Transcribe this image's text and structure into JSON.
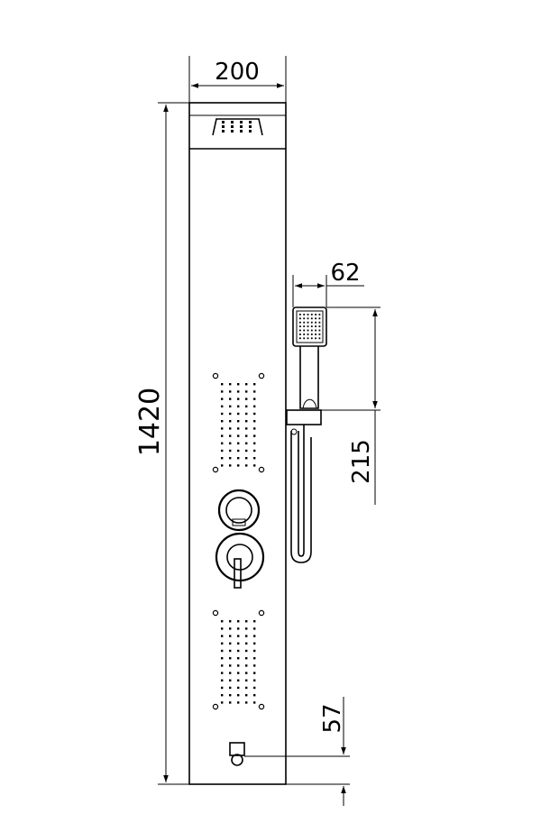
{
  "dimensions": {
    "panel_width": "200",
    "panel_height": "1420",
    "handshower_width": "62",
    "handshower_height": "215",
    "spout_height": "57"
  }
}
